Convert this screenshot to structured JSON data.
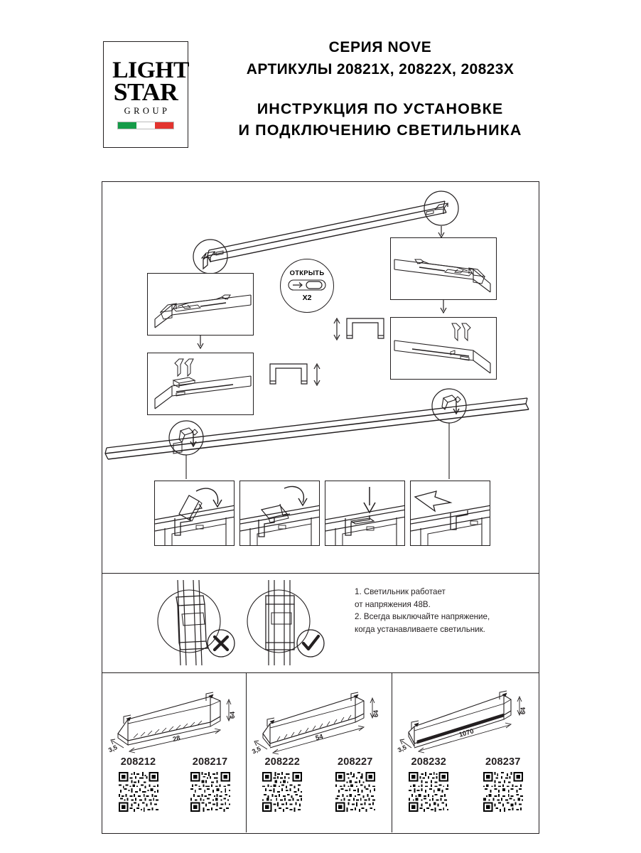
{
  "document": {
    "type": "installation-instruction-sheet",
    "language": "ru"
  },
  "header": {
    "logo": {
      "line1": "LIGHT",
      "line2": "STAR",
      "group": "GROUP",
      "flag_colors": [
        "#159b48",
        "#ffffff",
        "#e3342f"
      ]
    },
    "series_line": "СЕРИЯ NOVE",
    "articles_line": "АРТИКУЛЫ 20821X, 20822X, 20823X",
    "instruction_line_1": "ИНСТРУКЦИЯ ПО УСТАНОВКЕ",
    "instruction_line_2": "И ПОДКЛЮЧЕНИЮ СВЕТИЛЬНИКА"
  },
  "assembly": {
    "open_badge": {
      "label": "ОТКРЫТЬ",
      "multiplier": "X2"
    },
    "detail_panels": [
      {
        "id": "left-top",
        "caption": ""
      },
      {
        "id": "left-bottom",
        "caption": ""
      },
      {
        "id": "right-top",
        "caption": ""
      },
      {
        "id": "right-bottom",
        "caption": ""
      }
    ],
    "insertion_steps": [
      {
        "step": 1
      },
      {
        "step": 2
      },
      {
        "step": 3
      },
      {
        "step": 4
      }
    ]
  },
  "safety": {
    "wrong_label": "x-mark",
    "correct_label": "check-mark",
    "notes": [
      "1. Светильник работает",
      "от напряжения 48В.",
      "2. Всегда выключайте напряжение,",
      "когда устанавливаете светильник."
    ]
  },
  "products": [
    {
      "length": "28",
      "height": "64",
      "depth": "3,5",
      "articles": [
        "208212",
        "208217"
      ]
    },
    {
      "length": "54",
      "height": "64",
      "depth": "3,5",
      "articles": [
        "208222",
        "208227"
      ]
    },
    {
      "length": "1070",
      "height": "64",
      "depth": "3,5",
      "articles": [
        "208232",
        "208237"
      ]
    }
  ],
  "colors": {
    "ink": "#231f20",
    "paper": "#ffffff"
  }
}
